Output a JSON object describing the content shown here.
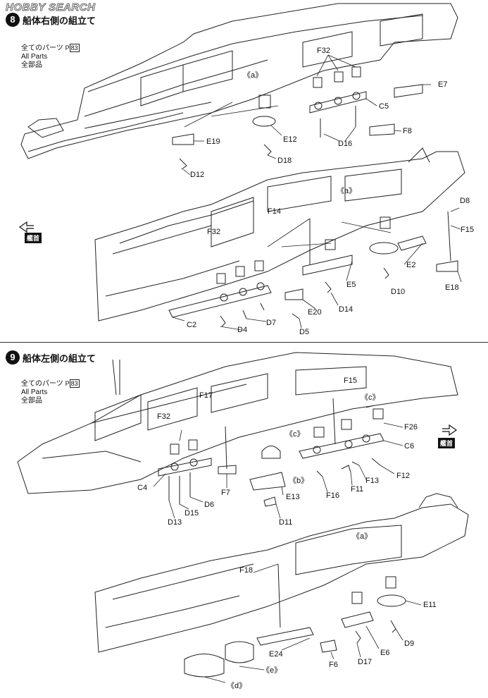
{
  "watermark": "HOBBY SEARCH",
  "step8": {
    "number": "8",
    "title": "船体右側の組立て",
    "parts_jp": "全てのパーツ",
    "parts_ref": "83",
    "parts_en": "All Parts",
    "parts_cn": "全部品",
    "bow_label": "艦首"
  },
  "step9": {
    "number": "9",
    "title": "船体左側の組立て",
    "parts_jp": "全てのパーツ",
    "parts_ref": "83",
    "parts_en": "All Parts",
    "parts_cn": "全部品",
    "bow_label": "艦首"
  },
  "labels8": [
    "F32",
    "E7",
    "C5",
    "F8",
    "D16",
    "E12",
    "D18",
    "E19",
    "D12",
    "D8",
    "F14",
    "F15",
    "F32",
    "E2",
    "D10",
    "E18",
    "E5",
    "D14",
    "E20",
    "C2",
    "D4",
    "D7",
    "D5"
  ],
  "callouts8": [
    "a",
    "a"
  ],
  "labels9": [
    "F17",
    "F15",
    "F26",
    "C6",
    "F32",
    "F12",
    "F13",
    "F11",
    "F16",
    "E13",
    "F7",
    "C4",
    "D6",
    "D13",
    "D15",
    "D11",
    "F18",
    "E11",
    "D9",
    "E6",
    "D17",
    "F6",
    "E24"
  ],
  "callouts9": [
    "c",
    "c",
    "b",
    "a",
    "e",
    "d"
  ]
}
